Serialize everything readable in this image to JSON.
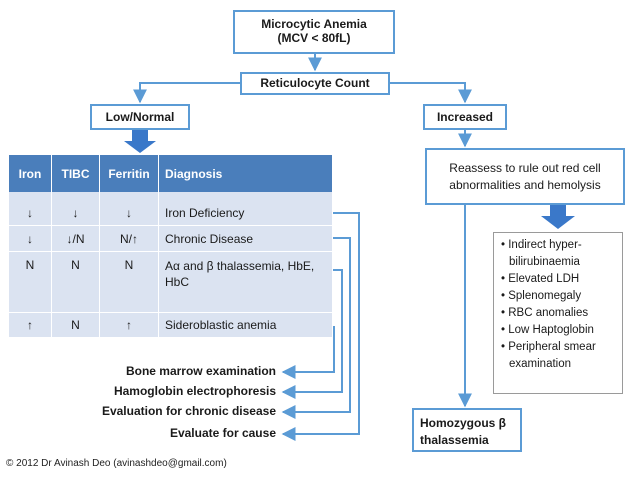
{
  "start": {
    "line1": "Microcytic Anemia",
    "line2": "(MCV < 80fL)"
  },
  "reticulocyte": "Reticulocyte Count",
  "low_normal": "Low/Normal",
  "increased": "Increased",
  "table": {
    "headers": [
      "Iron",
      "TIBC",
      "Ferritin",
      "Diagnosis"
    ],
    "rows": [
      {
        "iron": "↓",
        "tibc": "↓",
        "ferritin": "↓",
        "diagnosis": "Iron Deficiency"
      },
      {
        "iron": "↓",
        "tibc": "↓/N",
        "ferritin": "N/↑",
        "diagnosis": "Chronic Disease"
      },
      {
        "iron": "N",
        "tibc": "N",
        "ferritin": "N",
        "diagnosis": "Aα and β thalassemia, HbE, HbC"
      },
      {
        "iron": "↑",
        "tibc": "N",
        "ferritin": "↑",
        "diagnosis": "Sideroblastic anemia"
      }
    ]
  },
  "actions": [
    "Bone marrow examination",
    "Hamoglobin electrophoresis",
    "Evaluation for chronic disease",
    "Evaluate for cause"
  ],
  "reassess": {
    "line1": "Reassess to rule out red cell",
    "line2": "abnormalities and hemolysis"
  },
  "findings": [
    "Indirect hyper-bilirubinaemia",
    "Elevated LDH",
    "Splenomegaly",
    "RBC anomalies",
    "Low Haptoglobin",
    "Peripheral smear examination"
  ],
  "homozygous": {
    "line1": "Homozygous β",
    "line2": "thalassemia"
  },
  "footer": "© 2012 Dr Avinash Deo (avinashdeo@gmail.com)",
  "colors": {
    "accent": "#5b9bd5",
    "header_fill": "#4a7ebb",
    "row_fill": "#dbe3f1",
    "arrow_fill": "#3a78c9"
  }
}
